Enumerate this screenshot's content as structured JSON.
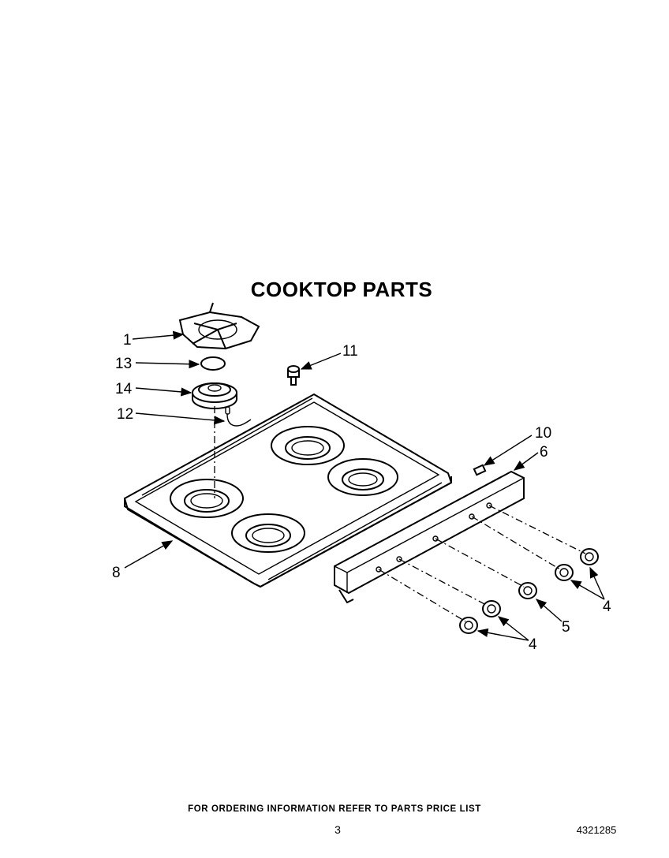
{
  "title": "COOKTOP PARTS",
  "callouts": {
    "c1": "1",
    "c13": "13",
    "c14": "14",
    "c12": "12",
    "c11": "11",
    "c10": "10",
    "c6": "6",
    "c8": "8",
    "c4a": "4",
    "c5": "5",
    "c4b": "4"
  },
  "footer": {
    "ordering_note": "FOR ORDERING INFORMATION REFER TO PARTS PRICE LIST",
    "page_number": "3",
    "document_number": "4321285"
  }
}
